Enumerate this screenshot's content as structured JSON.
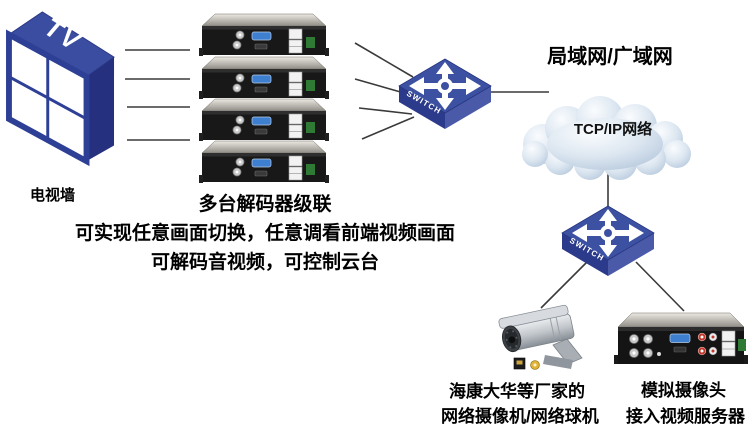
{
  "diagram": {
    "tv_wall": {
      "face_label": "TV",
      "caption": "电视墙"
    },
    "decoder_group": {
      "caption_line1": "多台解码器级联",
      "caption_line2": "可实现任意画面切换，任意调看前端视频画面",
      "caption_line3": "可解码音视频，可控制云台"
    },
    "switch_top": {
      "label": "SWITCH"
    },
    "switch_bottom": {
      "label": "SWITCH"
    },
    "network": {
      "title": "局域网/广域网",
      "cloud_label": "TCP/IP网络"
    },
    "camera": {
      "caption_line1": "海康大华等厂家的",
      "caption_line2": "网络摄像机/网络球机"
    },
    "video_server": {
      "caption_line1": "模拟摄像头",
      "caption_line2": "接入视频服务器"
    },
    "colors": {
      "switch_top_face": "#3d51a3",
      "switch_front_face": "#2b3a8a",
      "switch_side_face": "#4a5aa8",
      "tv_wall_blue": "#2e3f96",
      "cloud_shade": "#bccde1",
      "wire": "#3a3a3a",
      "text": "#000000"
    }
  }
}
